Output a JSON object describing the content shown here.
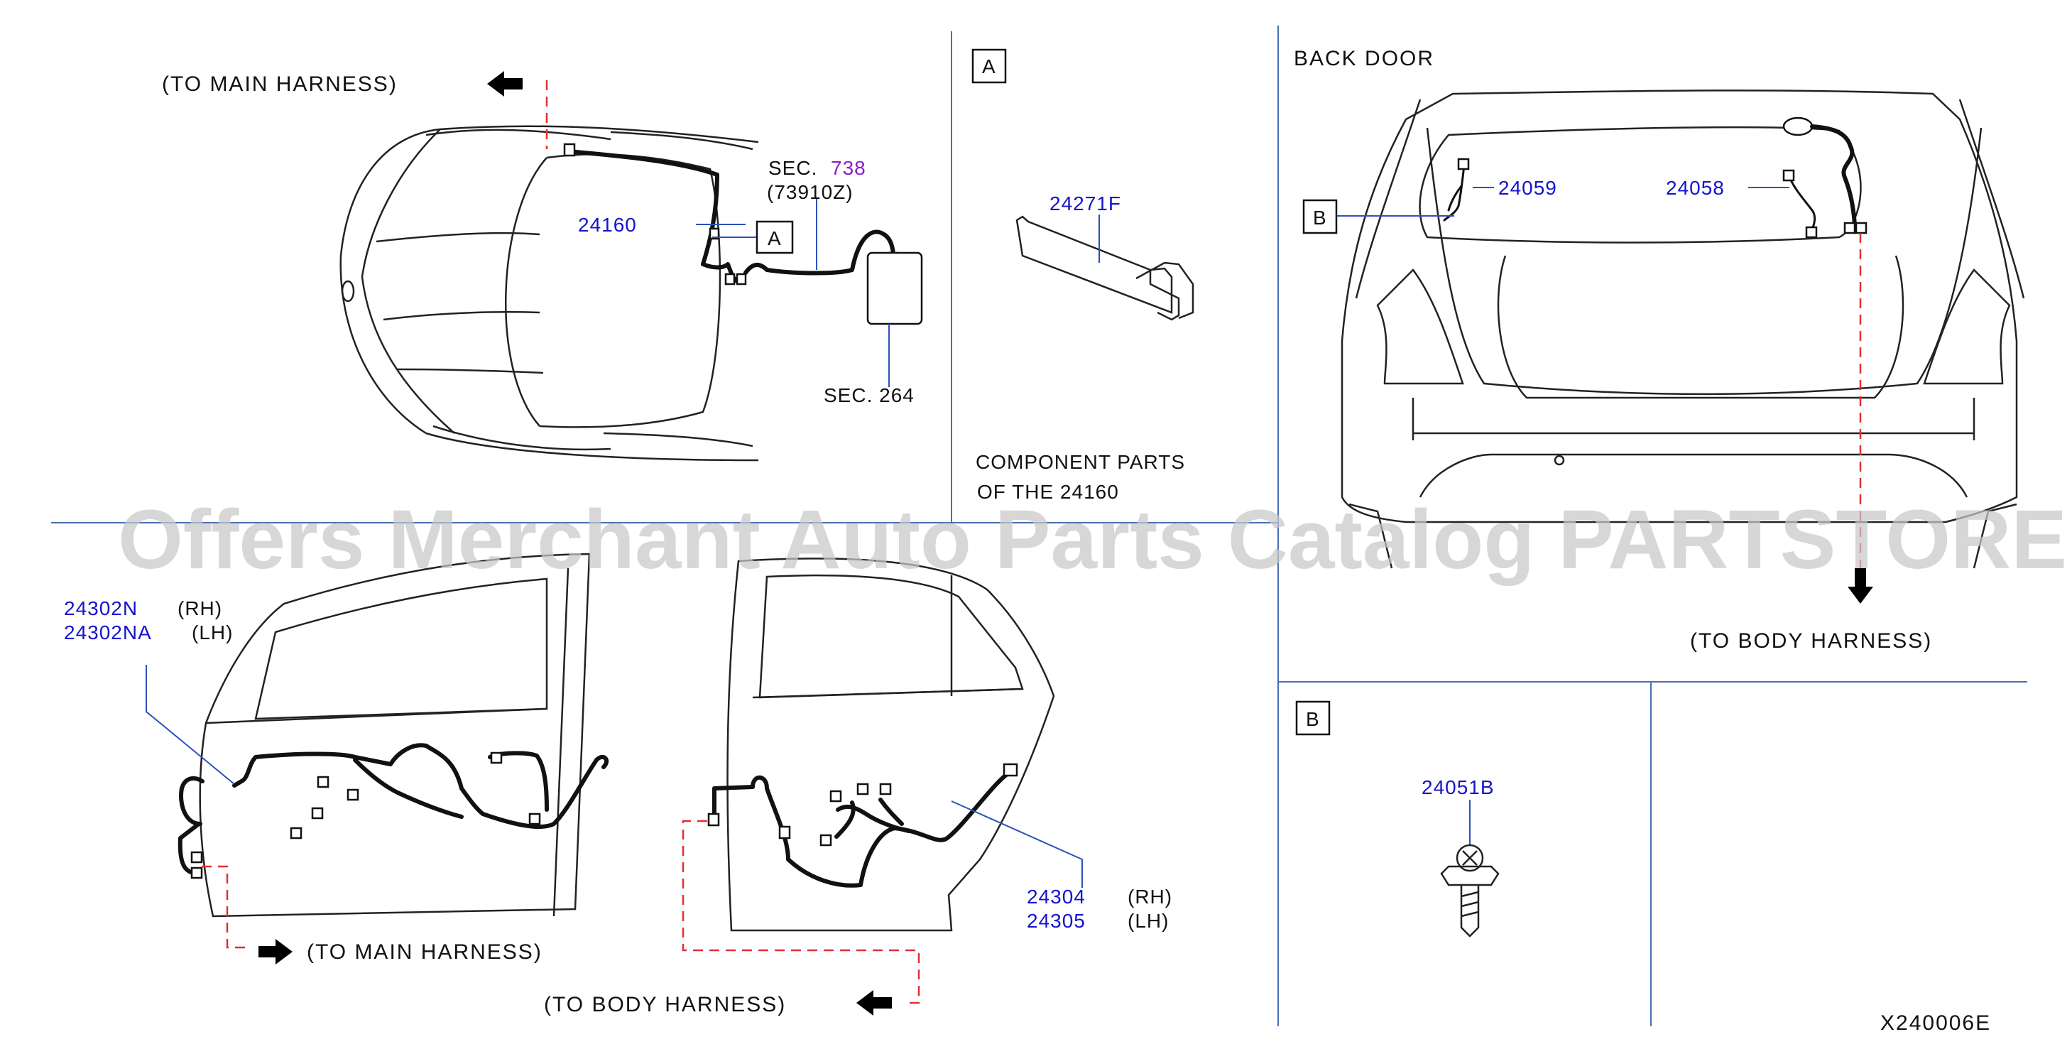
{
  "labels": {
    "to_main_harness_top": "(TO  MAIN  HARNESS)",
    "sec_738_prefix": "SEC.",
    "sec_738_num": "738",
    "part_73910z": "(73910Z)",
    "sec_264": "SEC.  264",
    "part_24160": "24160",
    "ref_a_top": "A",
    "box_a": "A",
    "part_24271f": "24271F",
    "component_parts_line1": "COMPONENT  PARTS",
    "component_parts_line2": "OF  THE  24160",
    "back_door": "BACK  DOOR",
    "ref_b_back": "B",
    "part_24059": "24059",
    "part_24058": "24058",
    "to_body_harness_right": "(TO  BODY  HARNESS)",
    "box_b": "B",
    "part_24051b": "24051B",
    "part_24302n": "24302N",
    "rh_1": "(RH)",
    "part_24302na": "24302NA",
    "lh_1": "(LH)",
    "to_main_harness_bottom": "(TO  MAIN  HARNESS)",
    "to_body_harness_bottom": "(TO  BODY  HARNESS)",
    "part_24304": "24304",
    "rh_2": "(RH)",
    "part_24305": "24305",
    "lh_2": "(LH)",
    "diagram_code": "X240006E",
    "watermark": "Offers Merchant Auto Parts Catalog PARTSTORE.SA"
  },
  "colors": {
    "part_number": "#1414cc",
    "section_ref": "#8a1ecf",
    "leader_line": "#2a52b8",
    "dashed_route": "#e03030",
    "divider": "#4a6fb0"
  }
}
